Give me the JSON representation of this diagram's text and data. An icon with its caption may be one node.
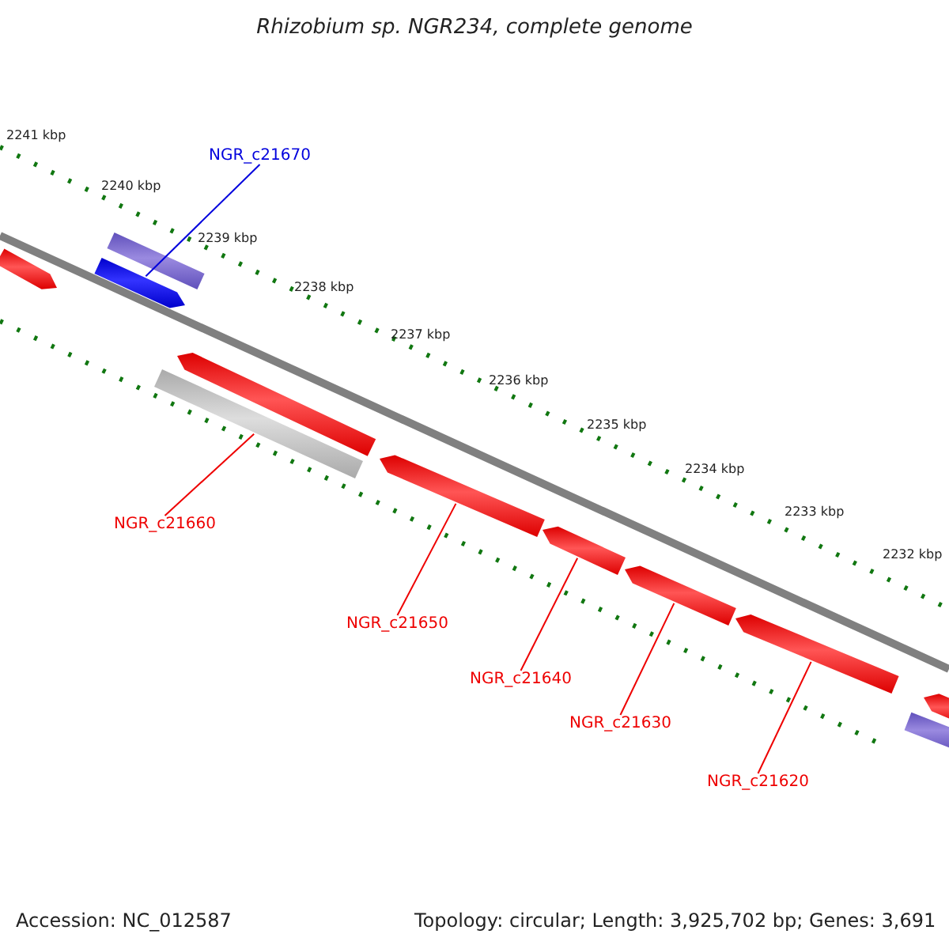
{
  "diagram": {
    "title": "Rhizobium sp. NGR234, complete genome",
    "nodes": [
      {
        "text": [],
        "shape": "bar"
      },
      {
        "text": [],
        "shape": "bar"
      },
      {
        "text": [
          "NGR_c21670"
        ]
      },
      {
        "text": [],
        "shape": "bar"
      },
      {
        "text": [],
        "shape": "bar"
      },
      {
        "text": [
          "NGR_c21660"
        ]
      },
      {
        "text": [],
        "shape": "bar"
      },
      {
        "text": [
          "NGR_c21650"
        ]
      },
      {
        "text": [],
        "shape": "bar"
      },
      {
        "text": [
          "NGR_c21640"
        ]
      },
      {
        "text": [],
        "shape": "bar"
      },
      {
        "text": [
          "NGR_c21630"
        ]
      },
      {
        "text": [],
        "shape": "bar"
      },
      {
        "text": [
          "NGR_c21620"
        ]
      },
      {
        "text": [],
        "shape": "bar"
      },
      {
        "text": [],
        "shape": "bar"
      },
      {
        "text": [],
        "shape": "bar"
      }
    ],
    "edges": [
      {
        "from": 2,
        "to": 3,
        "arrow": "none",
        "color": "#0000dd"
      },
      {
        "from": 5,
        "to": 6,
        "arrow": "none"
      },
      {
        "from": 7,
        "to": 8,
        "arrow": "none"
      },
      {
        "from": 9,
        "to": 10,
        "arrow": "none"
      },
      {
        "from": 11,
        "to": 12,
        "arrow": "none"
      },
      {
        "from": 13,
        "to": 14,
        "arrow": "none"
      }
    ],
    "labels": [
      "2241 kbp",
      "2240 kbp",
      "2239 kbp",
      "2238 kbp",
      "2237 kbp",
      "2236 kbp",
      "2235 kbp",
      "2234 kbp",
      "2233 kbp",
      "2232 kbp",
      "Accession: NC_012587",
      "Topology: circular; Length: 3,925,702 bp; Genes: 3,691"
    ]
  }
}
